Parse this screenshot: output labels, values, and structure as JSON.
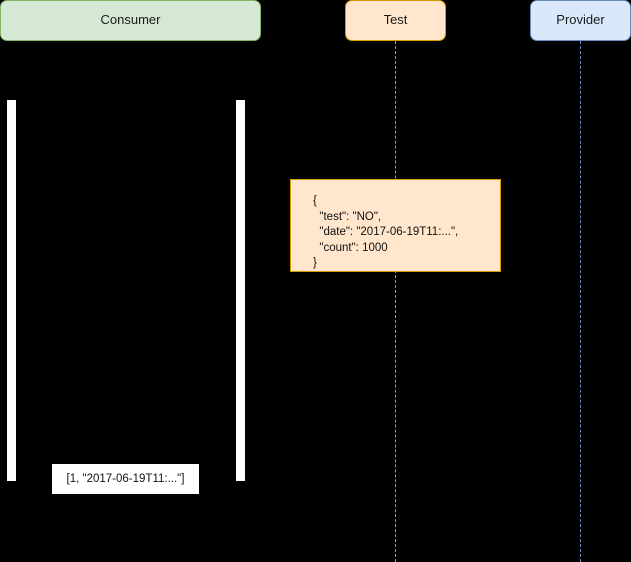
{
  "diagram": {
    "type": "sequence-diagram",
    "background_color": "#000000",
    "participants": [
      {
        "id": "consumer",
        "label": "Consumer",
        "fill": "#d5e8d4",
        "stroke": "#82b366",
        "has_lifeline": false,
        "has_activation": true
      },
      {
        "id": "test",
        "label": "Test",
        "fill": "#ffe6cc",
        "stroke": "#d79b00",
        "has_lifeline": true,
        "has_activation": false
      },
      {
        "id": "provider",
        "label": "Provider",
        "fill": "#dae8fc",
        "stroke": "#6c8ebf",
        "has_lifeline": true,
        "has_activation": false
      }
    ],
    "activations": [
      {
        "id": "activation-left",
        "color": "#ffffff"
      },
      {
        "id": "activation-right",
        "color": "#ffffff"
      }
    ],
    "payload": {
      "id": "json-payload",
      "fill": "#ffe6cc",
      "stroke": "#d79b00",
      "text": "{\n  \"test\": \"NO\",\n  \"date\": \"2017-06-19T11:...\",\n  \"count\": 1000\n}",
      "fields": [
        {
          "key": "test",
          "value": "NO"
        },
        {
          "key": "date",
          "value": "2017-06-19T11:..."
        },
        {
          "key": "count",
          "value": "1000"
        }
      ]
    },
    "note": {
      "id": "result-note",
      "fill": "#ffffff",
      "stroke": "#000000",
      "text": "[1, \"2017-06-19T11:...\"]"
    }
  }
}
